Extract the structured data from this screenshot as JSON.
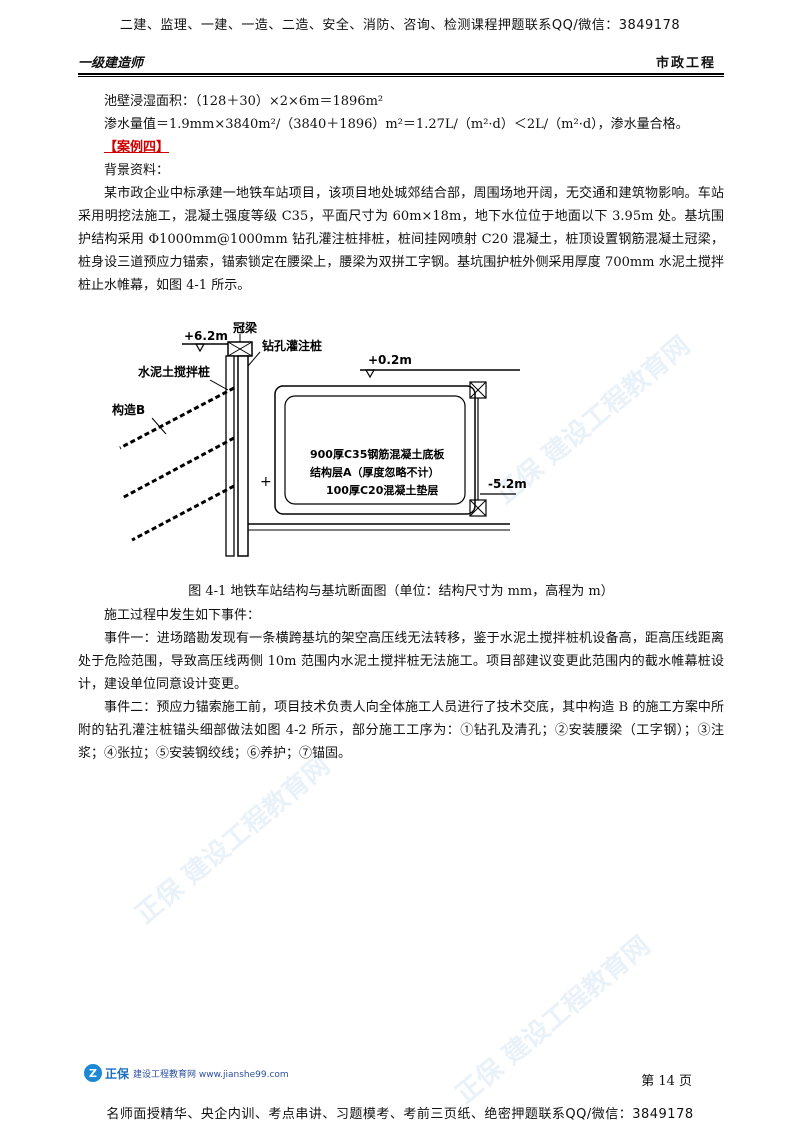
{
  "banner_top": "二建、监理、一建、一造、二造、安全、消防、咨询、检测课程押题联系QQ/微信：3849178",
  "header": {
    "left": "一级建造师",
    "right": "市政工程"
  },
  "lines": {
    "l1": "池壁浸湿面积：（128＋30）×2×6m＝1896m²",
    "l2": "渗水量值＝1.9mm×3840m²/（3840＋1896）m²＝1.27L/（m²·d）＜2L/（m²·d），渗水量合格。",
    "case": "【案例四】",
    "bg": "背景资料：",
    "para1": "某市政企业中标承建一地铁车站项目，该项目地处城郊结合部，周围场地开阔，无交通和建筑物影响。车站采用明挖法施工，混凝土强度等级 C35，平面尺寸为 60m×18m，地下水位位于地面以下 3.95m 处。基坑围护结构采用 Φ1000mm@1000mm 钻孔灌注桩排桩，桩间挂网喷射 C20 混凝土，桩顶设置钢筋混凝土冠梁，桩身设三道预应力锚索，锚索锁定在腰梁上，腰梁为双拼工字钢。基坑围护桩外侧采用厚度 700mm 水泥土搅拌桩止水帷幕，如图 4-1 所示。",
    "caption": "图 4-1 地铁车站结构与基坑断面图（单位：结构尺寸为 mm，高程为 m）",
    "events_intro": "施工过程中发生如下事件：",
    "event1": "事件一：进场踏勘发现有一条横跨基坑的架空高压线无法转移，鉴于水泥土搅拌桩机设备高，距高压线距离处于危险范围，导致高压线两侧 10m 范围内水泥土搅拌桩无法施工。项目部建议变更此范围内的截水帷幕桩设计，建设单位同意设计变更。",
    "event2": "事件二：预应力锚索施工前，项目技术负责人向全体施工人员进行了技术交底，其中构造 B 的施工方案中所附的钻孔灌注桩锚头细部做法如图 4-2 所示，部分施工工序为：①钻孔及清孔；②安装腰梁（工字钢）；③注浆；④张拉；⑤安装钢绞线；⑥养护；⑦锚固。"
  },
  "figure": {
    "elev_top": "+6.2m",
    "crown_beam": "冠梁",
    "bored_pile": "钻孔灌注桩",
    "mixing_pile": "水泥土搅拌桩",
    "elev_ground": "+0.2m",
    "structure_b": "构造B",
    "slab_line1": "900厚C35钢筋混凝土底板",
    "slab_line2": "结构层A（厚度忽略不计）",
    "slab_line3": "100厚C20混凝土垫层",
    "elev_bottom": "-5.2m",
    "plus_mark": "+"
  },
  "footer": {
    "logo_badge": "Z",
    "logo_brand": "正保",
    "logo_text": "建设工程教育网 www.jianshe99.com",
    "page": "第 14 页"
  },
  "banner_bottom": "名师面授精华、央企内训、考点串讲、习题模考、考前三页纸、绝密押题联系QQ/微信：3849178"
}
